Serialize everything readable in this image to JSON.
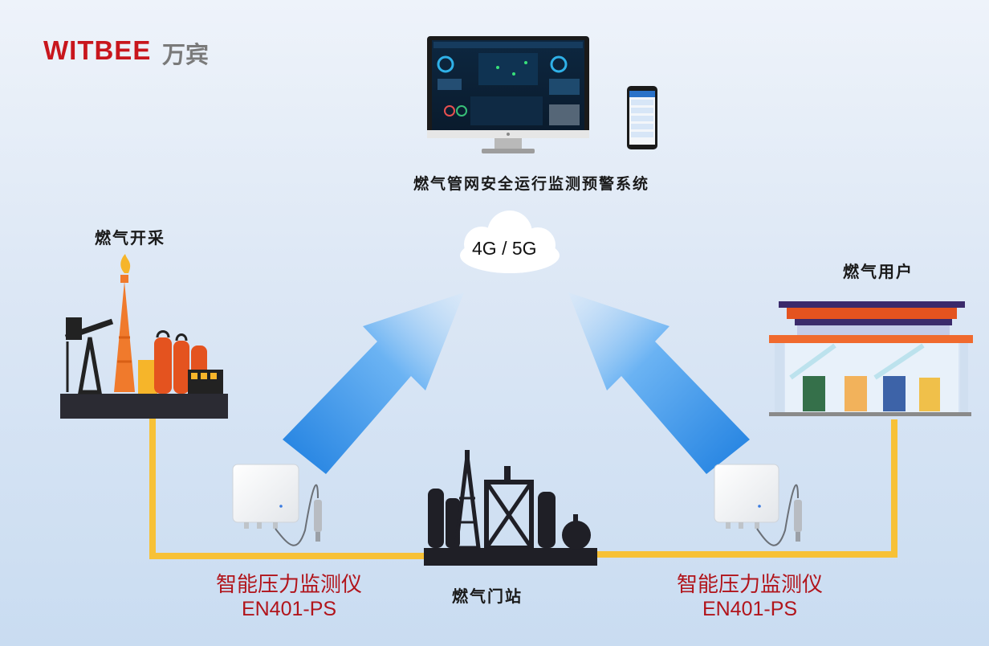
{
  "brand": {
    "name": "WITBEE",
    "name_cn": "万宾"
  },
  "system": {
    "title": "燃气管网安全运行监测预警系统"
  },
  "network": {
    "label": "4G / 5G"
  },
  "nodes": {
    "source": "燃气开采",
    "gate_station": "燃气门站",
    "user": "燃气用户"
  },
  "devices": [
    {
      "name": "智能压力监测仪",
      "model": "EN401-PS"
    },
    {
      "name": "智能压力监测仪",
      "model": "EN401-PS"
    }
  ],
  "colors": {
    "pipeline": "#f7c137",
    "brand_red": "#c8161d",
    "device_label": "#b1141b",
    "arrow": "#2f8be6"
  }
}
